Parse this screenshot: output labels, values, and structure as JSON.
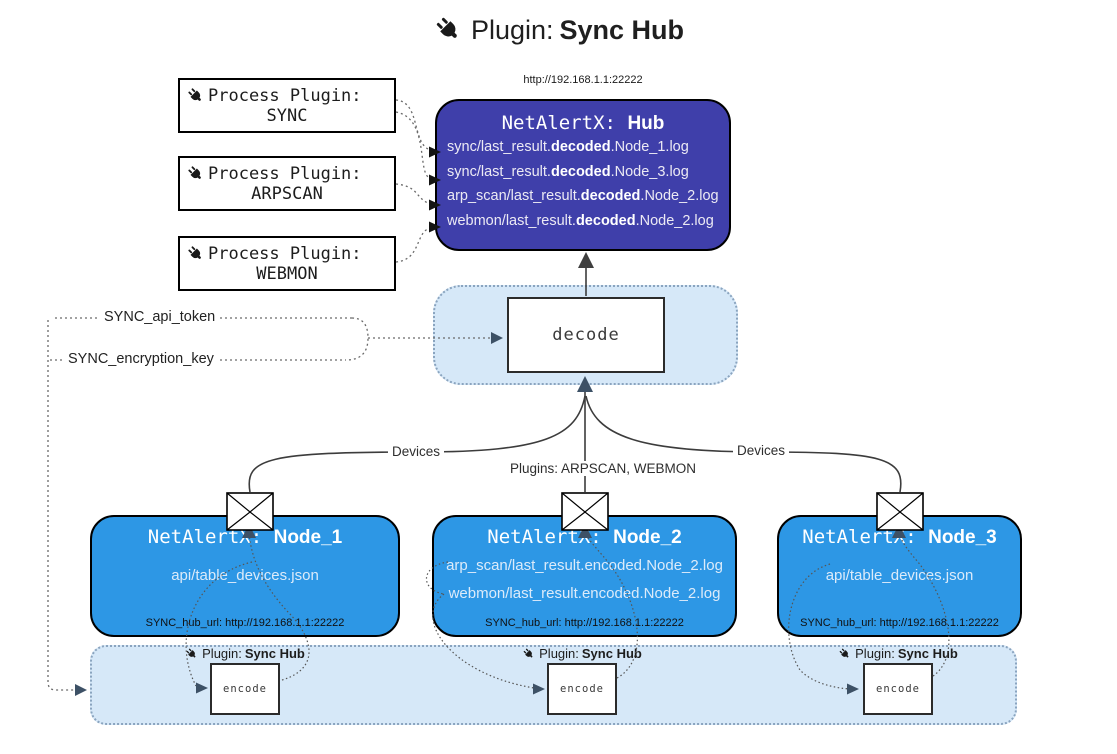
{
  "title": {
    "prefix": "Plugin:",
    "name": "Sync Hub"
  },
  "process_plugins": [
    {
      "label": "Process Plugin:",
      "name": "SYNC"
    },
    {
      "label": "Process Plugin:",
      "name": "ARPSCAN"
    },
    {
      "label": "Process Plugin:",
      "name": "WEBMON"
    }
  ],
  "hub": {
    "url": "http://192.168.1.1:22222",
    "title_prefix": "NetAlertX:",
    "title_name": "Hub",
    "logs": [
      {
        "pre": "sync/last_result.",
        "bold": "decoded",
        "post": ".Node_1.log"
      },
      {
        "pre": "sync/last_result.",
        "bold": "decoded",
        "post": ".Node_3.log"
      },
      {
        "pre": "arp_scan/last_result.",
        "bold": "decoded",
        "post": ".Node_2.log"
      },
      {
        "pre": "webmon/last_result.",
        "bold": "decoded",
        "post": ".Node_2.log"
      }
    ]
  },
  "decode": {
    "label": "decode"
  },
  "keys": {
    "api_token": "SYNC_api_token",
    "encryption_key": "SYNC_encryption_key"
  },
  "edge_labels": {
    "devices_left": "Devices",
    "devices_right": "Devices",
    "plugins": "Plugins: ARPSCAN, WEBMON"
  },
  "nodes": [
    {
      "title_prefix": "NetAlertX:",
      "title_name": "Node_1",
      "files": [
        "api/table_devices.json"
      ],
      "hub_url": "SYNC_hub_url: http://192.168.1.1:22222"
    },
    {
      "title_prefix": "NetAlertX:",
      "title_name": "Node_2",
      "files": [
        "arp_scan/last_result.encoded.Node_2.log",
        "webmon/last_result.encoded.Node_2.log"
      ],
      "hub_url": "SYNC_hub_url: http://192.168.1.1:22222"
    },
    {
      "title_prefix": "NetAlertX:",
      "title_name": "Node_3",
      "files": [
        "api/table_devices.json"
      ],
      "hub_url": "SYNC_hub_url: http://192.168.1.1:22222"
    }
  ],
  "encoders": [
    {
      "label_prefix": "Plugin:",
      "label_name": "Sync Hub",
      "action": "encode"
    },
    {
      "label_prefix": "Plugin:",
      "label_name": "Sync Hub",
      "action": "encode"
    },
    {
      "label_prefix": "Plugin:",
      "label_name": "Sync Hub",
      "action": "encode"
    }
  ],
  "icons": {
    "plug": "plug-icon",
    "envelope": "envelope-icon"
  },
  "colors": {
    "hub_fill": "#3f3faa",
    "node_fill": "#2d97e5",
    "panel_fill": "#d6e8f8",
    "arrow_dark": "#3d5166"
  }
}
